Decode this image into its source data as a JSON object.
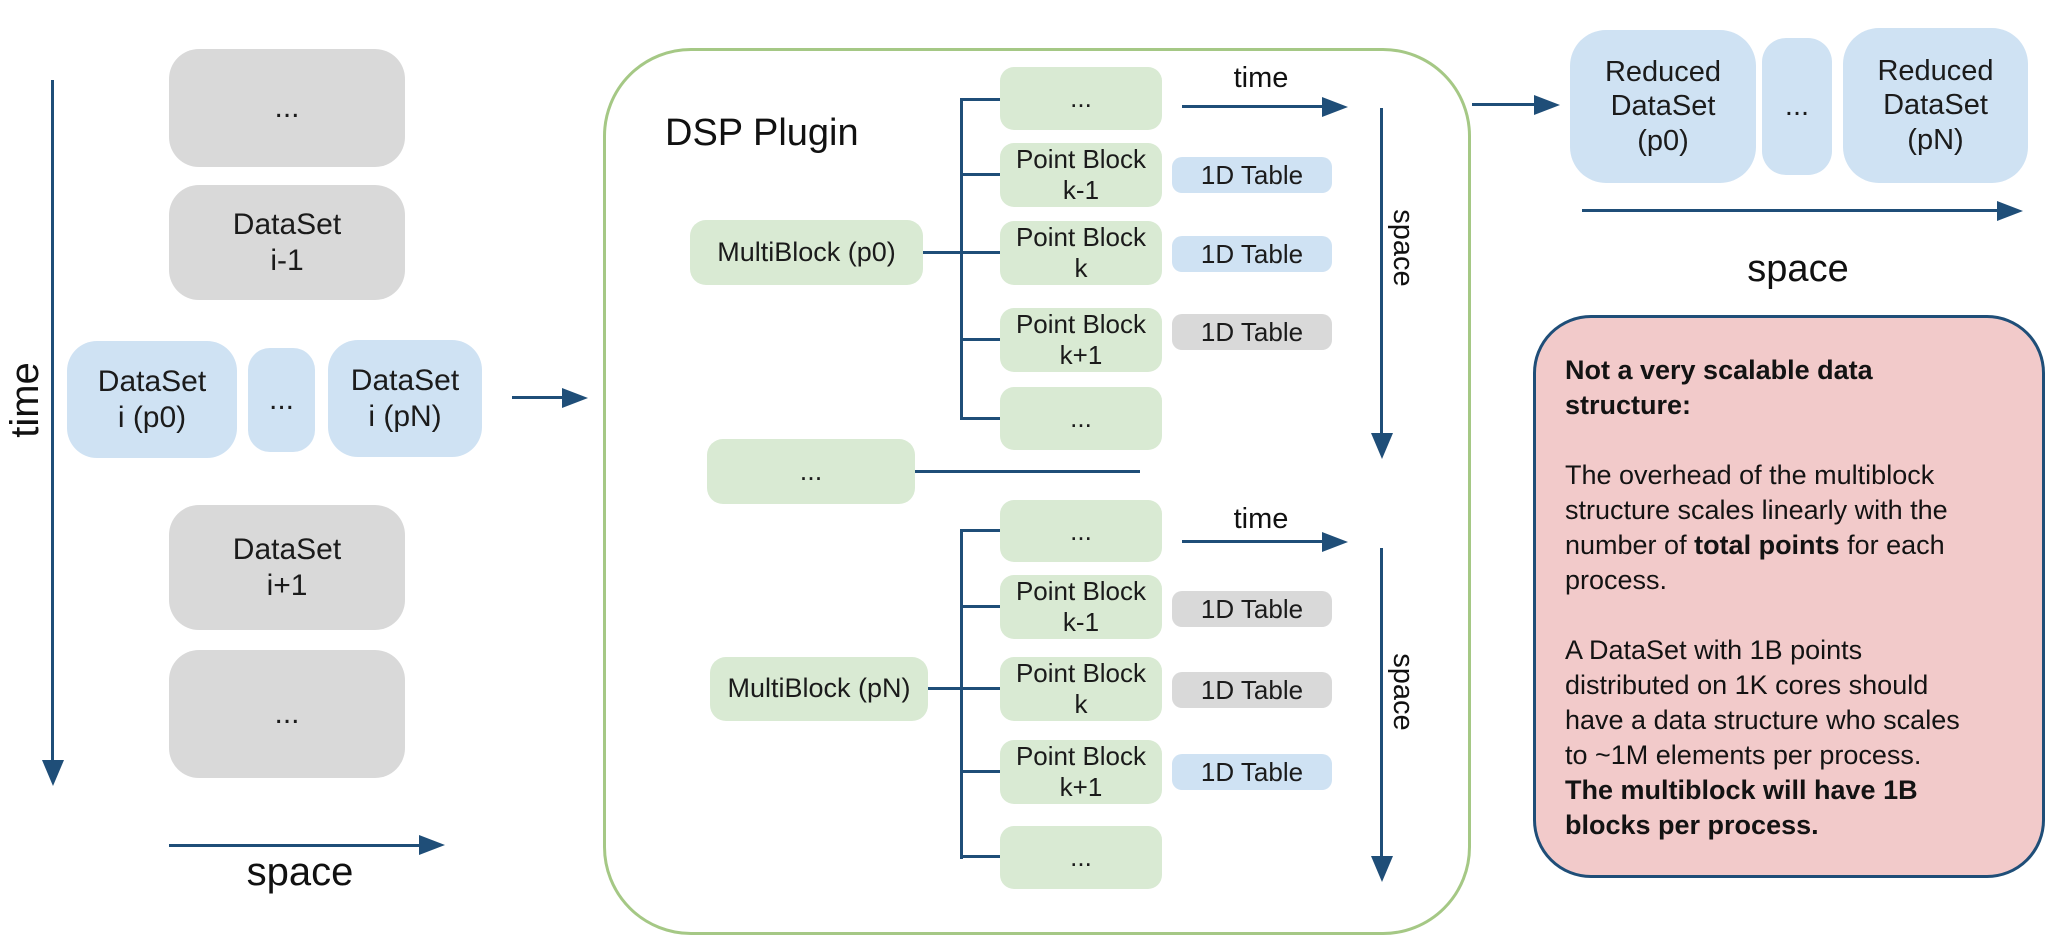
{
  "colors": {
    "gray": "#d9d9d9",
    "blue": "#cfe2f3",
    "green": "#d9ead3",
    "green_border": "#a5c885",
    "navy": "#1f4e78",
    "pink": "#f2caca"
  },
  "left": {
    "time_label": "time",
    "space_label": "space",
    "dots_top": "...",
    "dataset_prev": "DataSet\ni-1",
    "dataset_p0": "DataSet\ni (p0)",
    "dots_mid": "...",
    "dataset_pn": "DataSet\ni (pN)",
    "dataset_next": "DataSet\ni+1",
    "dots_bottom": "..."
  },
  "dsp": {
    "title": "DSP Plugin",
    "multiblock_p0": "MultiBlock (p0)",
    "multiblock_dots": "...",
    "multiblock_pn": "MultiBlock (pN)",
    "top_time_label": "time",
    "top_space_label": "space",
    "bottom_time_label": "time",
    "bottom_space_label": "space",
    "top_tree": [
      "...",
      "Point Block\nk-1",
      "Point Block\nk",
      "Point Block\nk+1",
      "..."
    ],
    "top_tables": [
      {
        "label": "1D Table",
        "variant": "blue"
      },
      {
        "label": "1D Table",
        "variant": "blue"
      },
      {
        "label": "1D Table",
        "variant": "gray"
      }
    ],
    "bottom_tree": [
      "...",
      "Point Block\nk-1",
      "Point Block\nk",
      "Point Block\nk+1",
      "..."
    ],
    "bottom_tables": [
      {
        "label": "1D Table",
        "variant": "gray"
      },
      {
        "label": "1D Table",
        "variant": "gray"
      },
      {
        "label": "1D Table",
        "variant": "blue"
      }
    ]
  },
  "reduced": {
    "p0": "Reduced\nDataSet\n(p0)",
    "dots": "...",
    "pn": "Reduced\nDataSet\n(pN)",
    "space_label": "space"
  },
  "note": {
    "lines": [
      [
        {
          "t": "Not a very scalable data",
          "b": true
        }
      ],
      [
        {
          "t": "structure:",
          "b": true
        }
      ],
      [],
      [
        {
          "t": "The overhead of the multiblock",
          "b": false
        }
      ],
      [
        {
          "t": "structure scales linearly with the",
          "b": false
        }
      ],
      [
        {
          "t": "number of ",
          "b": false
        },
        {
          "t": "total points",
          "b": true
        },
        {
          "t": " for each",
          "b": false
        }
      ],
      [
        {
          "t": "process.",
          "b": false
        }
      ],
      [],
      [
        {
          "t": "A DataSet with 1B points",
          "b": false
        }
      ],
      [
        {
          "t": "distributed on 1K cores should",
          "b": false
        }
      ],
      [
        {
          "t": "have a data structure who scales",
          "b": false
        }
      ],
      [
        {
          "t": "to ~1M elements per process.",
          "b": false
        }
      ],
      [
        {
          "t": "The multiblock will have 1B",
          "b": true
        }
      ],
      [
        {
          "t": "blocks per process.",
          "b": true
        }
      ]
    ]
  }
}
